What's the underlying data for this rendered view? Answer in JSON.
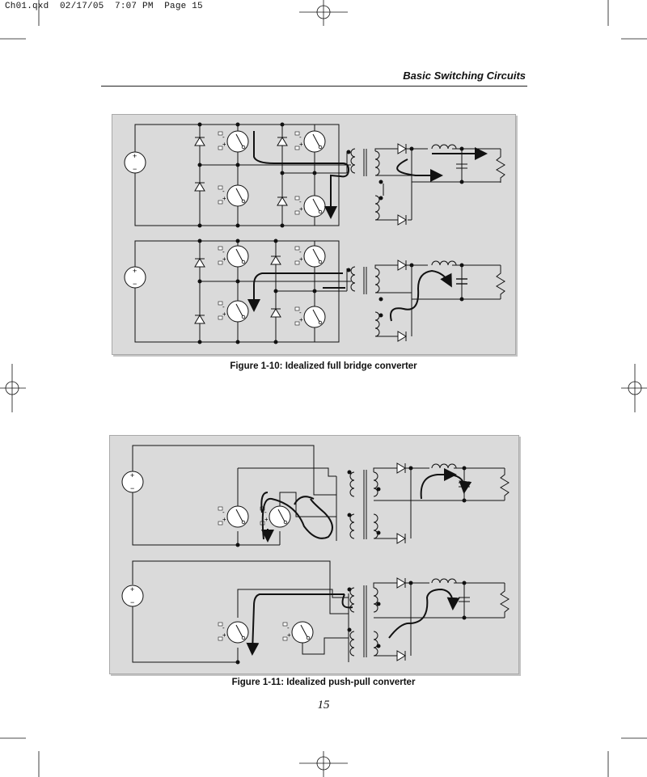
{
  "slug": {
    "text": "Ch01.qxd  02/17/05  7:07 PM  Page 15"
  },
  "header": {
    "title": "Basic Switching Circuits"
  },
  "figures": [
    {
      "caption": "Figure 1-10: Idealized full bridge converter"
    },
    {
      "caption": "Figure 1-11: Idealized push-pull converter"
    }
  ],
  "page_number": "15",
  "source_labels": {
    "plus": "+",
    "minus": "−"
  },
  "colors": {
    "panel_bg": "#dadada",
    "panel_border": "#a9a9a9",
    "ink": "#111111"
  },
  "icons": [
    "registration-mark-icon",
    "crop-mark-icon",
    "dc-source-icon",
    "diode-icon",
    "switch-icon",
    "transformer-icon",
    "inductor-icon",
    "capacitor-icon",
    "load-resistor-icon",
    "current-flow-arrow-icon"
  ]
}
